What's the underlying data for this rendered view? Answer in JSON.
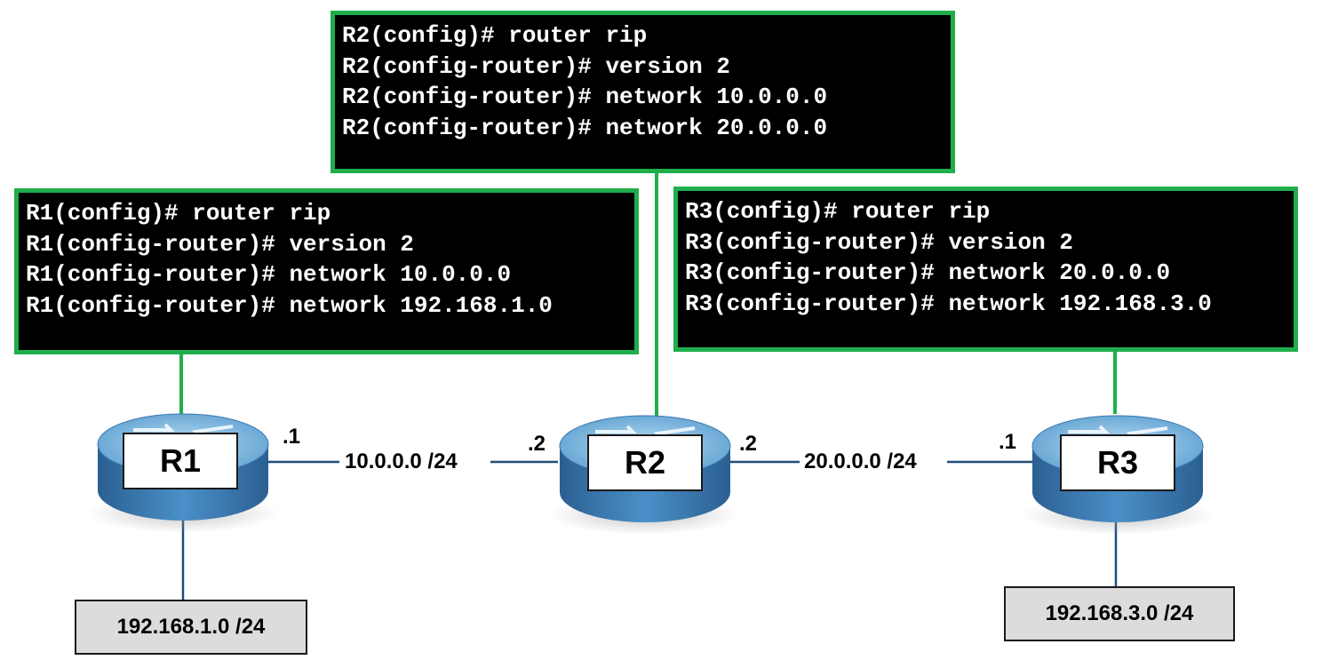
{
  "terminals": {
    "r2": [
      "R2(config)# router rip",
      "R2(config-router)# version 2",
      "R2(config-router)# network 10.0.0.0",
      "R2(config-router)# network 20.0.0.0"
    ],
    "r1": [
      "R1(config)# router rip",
      "R1(config-router)# version 2",
      "R1(config-router)# network 10.0.0.0",
      "R1(config-router)# network 192.168.1.0"
    ],
    "r3": [
      "R3(config)# router rip",
      "R3(config-router)# version 2",
      "R3(config-router)# network 20.0.0.0",
      "R3(config-router)# network 192.168.3.0"
    ]
  },
  "routers": {
    "r1": "R1",
    "r2": "R2",
    "r3": "R3"
  },
  "links": {
    "net1": "10.0.0.0 /24",
    "net2": "20.0.0.0 /24",
    "r1_if": ".1",
    "r2_if_left": ".2",
    "r2_if_right": ".2",
    "r3_if": ".1"
  },
  "lans": {
    "r1": "192.168.1.0 /24",
    "r3": "192.168.3.0 /24"
  },
  "colors": {
    "terminal_border": "#1fae4b",
    "link_line": "#1f4e79",
    "router_top": "#8fc6e8",
    "router_side": "#2e6da4"
  }
}
